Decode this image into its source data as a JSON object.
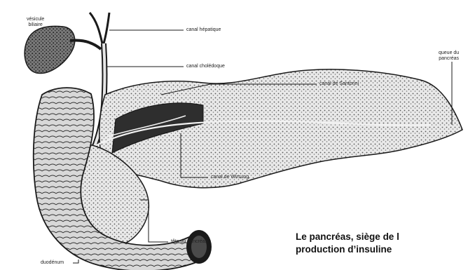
{
  "labels": {
    "vesicule": [
      "vésicule",
      "biliaire"
    ],
    "canal_hepatique": "canal hépatique",
    "canal_choledoque": "canal cholédoque",
    "canal_santorini": "canal de Santorini",
    "queue_pancreas": [
      "queue du",
      "pancréas"
    ],
    "canal_wirsung": "canal de Wirsung",
    "tete_pancreas": "tête du pancréas",
    "duodenum": "duodénum"
  },
  "caption": {
    "line1": "Le pancréas, siège de l",
    "line2": "production d’insuline"
  },
  "colors": {
    "ink": "#1a1a1a",
    "background": "#ffffff"
  }
}
